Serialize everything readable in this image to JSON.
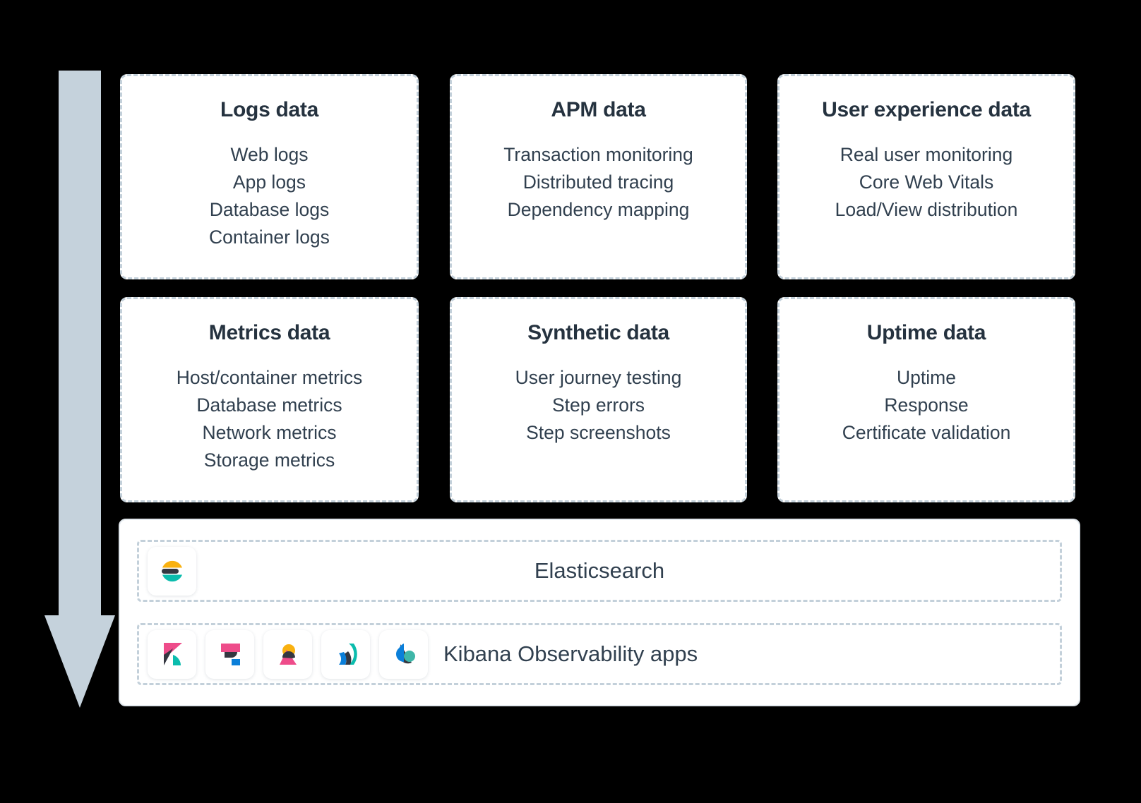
{
  "diagram": {
    "flow_arrow": {
      "name": "data-ingest-flow-arrow",
      "color": "#c5d2dc",
      "direction": "down"
    },
    "colors": {
      "card_border": "#c3d0da",
      "card_background": "#ffffff",
      "text": "#31404f",
      "title": "#25323f",
      "page_background": "#000000",
      "elastic_yellow": "#f9b110",
      "elastic_teal": "#0bbcad",
      "elastic_navy": "#343741",
      "elastic_pink": "#ee4c8a",
      "elastic_blue": "#0b7fd9"
    },
    "cards": [
      {
        "id": "logs-data",
        "title": "Logs data",
        "items": [
          "Web logs",
          "App logs",
          "Database logs",
          "Container logs"
        ]
      },
      {
        "id": "apm-data",
        "title": "APM data",
        "items": [
          "Transaction monitoring",
          "Distributed tracing",
          "Dependency mapping"
        ]
      },
      {
        "id": "user-experience-data",
        "title": "User experience data",
        "items": [
          "Real user monitoring",
          "Core Web Vitals",
          "Load/View distribution"
        ]
      },
      {
        "id": "metrics-data",
        "title": "Metrics data",
        "items": [
          "Host/container metrics",
          "Database metrics",
          "Network metrics",
          "Storage metrics"
        ]
      },
      {
        "id": "synthetic-data",
        "title": "Synthetic data",
        "items": [
          "User journey testing",
          "Step errors",
          "Step screenshots"
        ]
      },
      {
        "id": "uptime-data",
        "title": "Uptime data",
        "items": [
          "Uptime",
          "Response",
          "Certificate validation"
        ]
      }
    ],
    "platform": {
      "storage_row": {
        "label": "Elasticsearch",
        "icons": [
          "elasticsearch-icon"
        ]
      },
      "apps_row": {
        "label": "Kibana Observability apps",
        "icons": [
          "kibana-icon",
          "apm-icon",
          "logs-icon",
          "uptime-icon",
          "metrics-icon"
        ]
      }
    }
  }
}
